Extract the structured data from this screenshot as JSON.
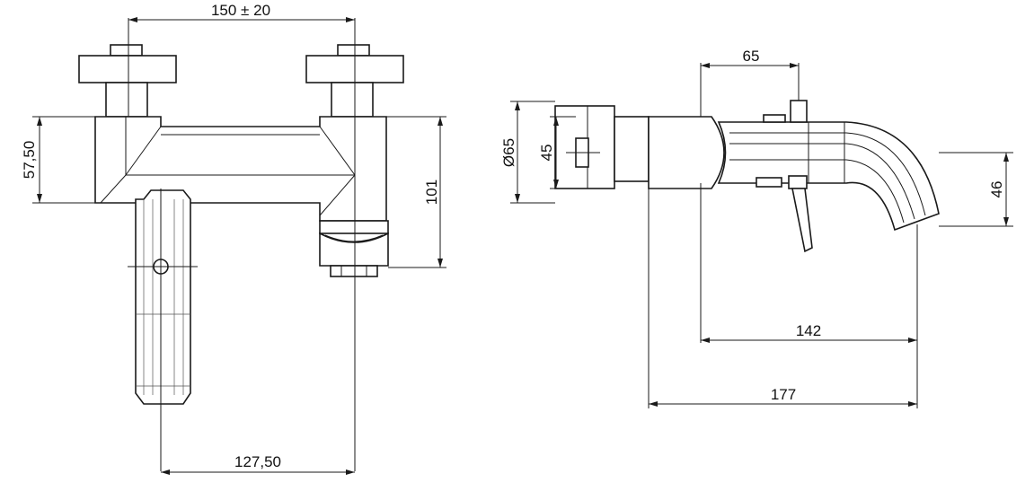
{
  "dimensions": {
    "center_spacing": "150 ± 20",
    "body_height": "57,50",
    "total_height": "101",
    "handle_offset": "127,50",
    "diameter": "Ø65",
    "inner_depth": "45",
    "handle_distance": "65",
    "spout_height": "46",
    "spout_reach": "142",
    "total_projection": "177"
  }
}
